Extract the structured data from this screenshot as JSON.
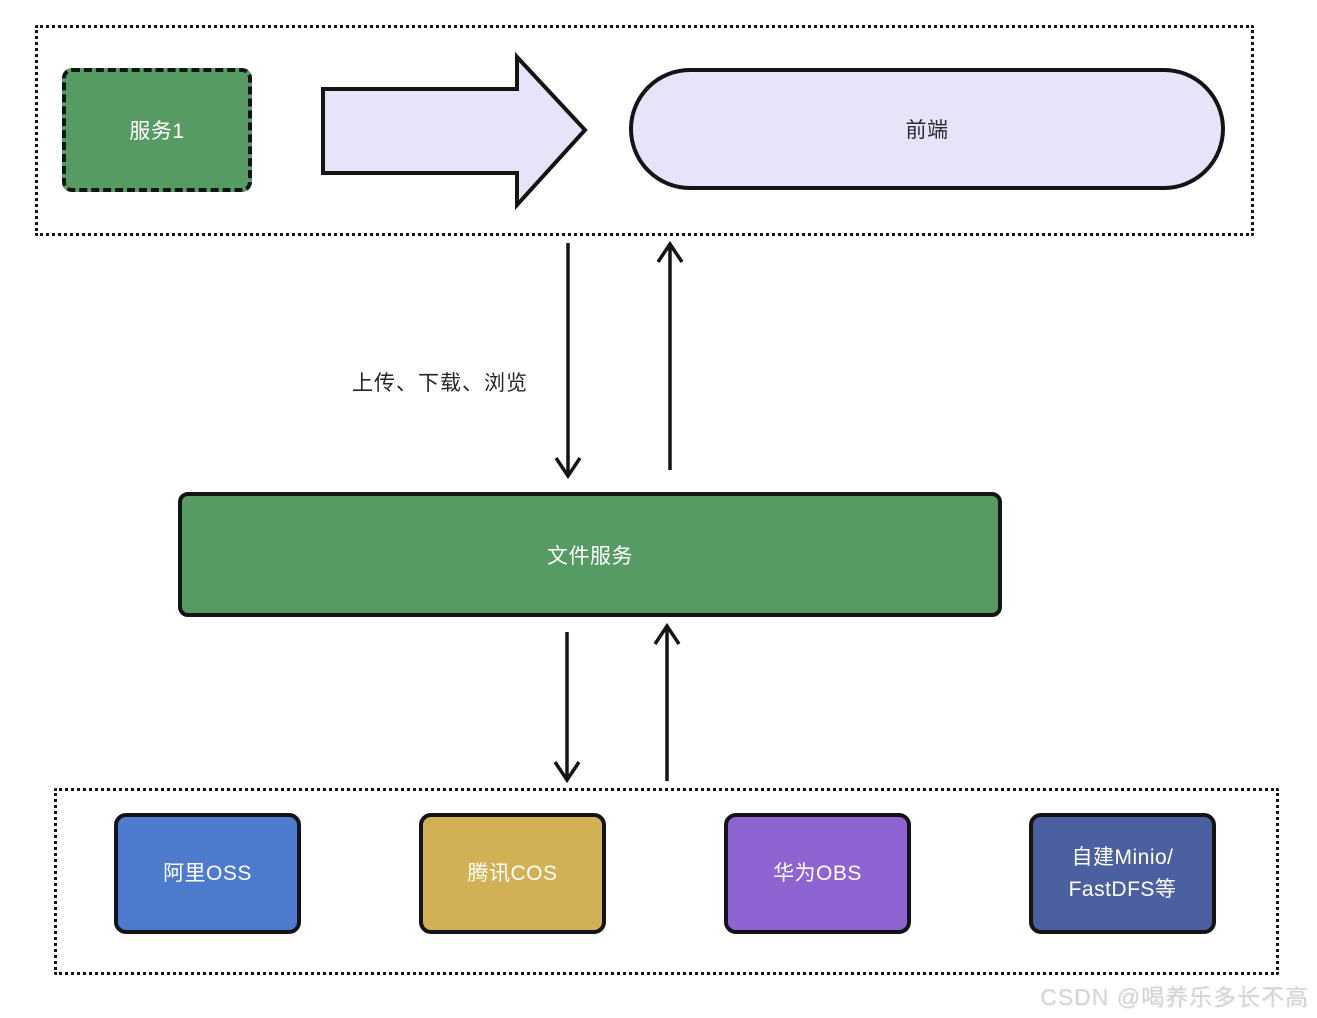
{
  "nodes": {
    "service1": {
      "label": "服务1",
      "color": "#569a64"
    },
    "frontend": {
      "label": "前端",
      "color": "#e9e3f9"
    },
    "file_service": {
      "label": "文件服务",
      "color": "#569a64"
    },
    "storage": [
      {
        "label": "阿里OSS",
        "color": "#4e7bcd"
      },
      {
        "label": "腾讯COS",
        "color": "#d2b055"
      },
      {
        "label": "华为OBS",
        "color": "#8d64d2"
      },
      {
        "label": "自建Minio/\nFastDFS等",
        "color": "#4c5fa0"
      }
    ]
  },
  "labels": {
    "flow": "上传、下载、浏览"
  },
  "watermark": "CSDN @喝养乐多长不高",
  "colors": {
    "arrow_fill": "#e9e3f9",
    "outline": "#141414"
  }
}
